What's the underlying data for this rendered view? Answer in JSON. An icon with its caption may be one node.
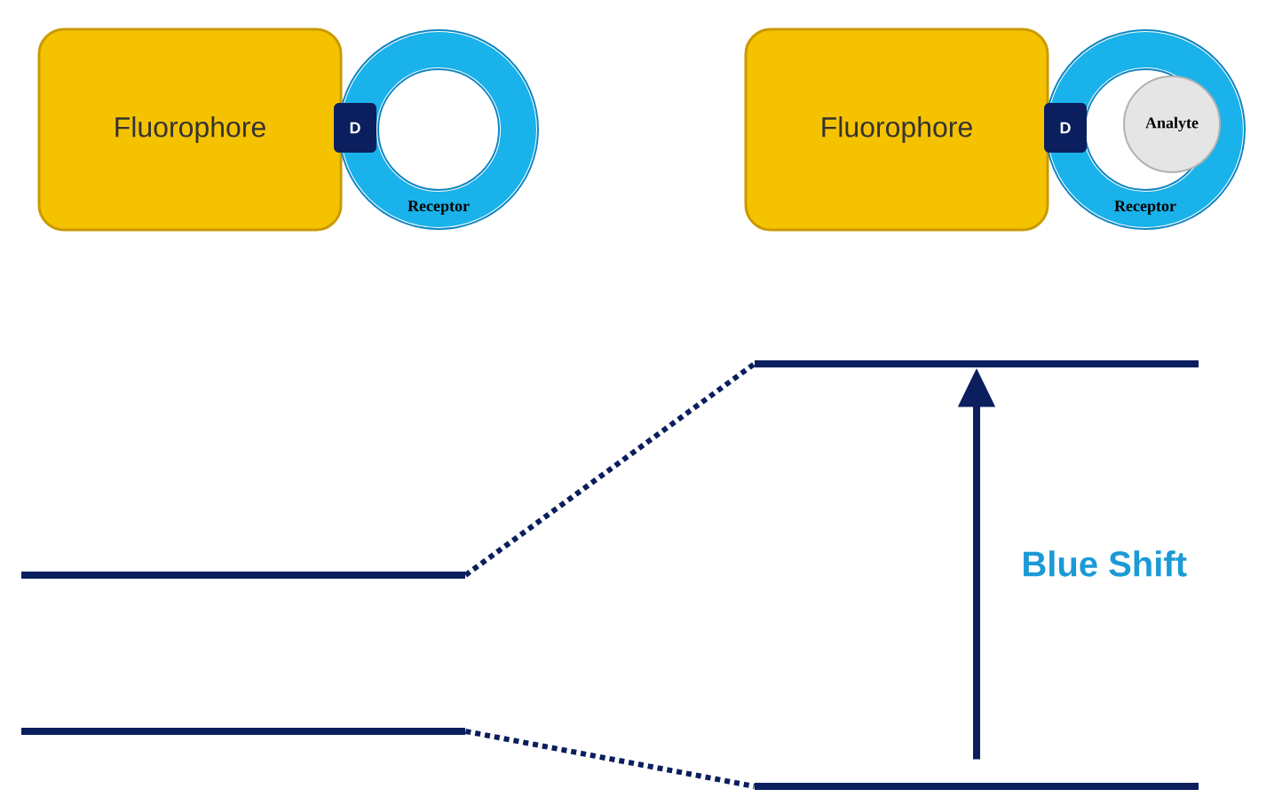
{
  "diagram": {
    "nodes": [
      {
        "text": [
          "Fluorophore"
        ]
      },
      {
        "text": [
          "Receptor"
        ]
      },
      {
        "text": [
          "D"
        ]
      },
      {
        "text": [
          "Fluorophore"
        ]
      },
      {
        "text": [
          "Receptor"
        ]
      },
      {
        "text": [
          "Analyte"
        ],
        "in": 4
      },
      {
        "text": [
          "D"
        ]
      },
      {
        "text": [],
        "shape": "bar"
      },
      {
        "text": [],
        "shape": "bar"
      },
      {
        "text": [],
        "shape": "bar"
      },
      {
        "text": [],
        "shape": "bar"
      }
    ],
    "edges": [
      {
        "from": 7,
        "to": 9,
        "arrow": "none",
        "style": "dashed"
      },
      {
        "from": 8,
        "to": 10,
        "arrow": "none",
        "style": "dashed"
      },
      {
        "from": 10,
        "to": 9,
        "arrow": "to",
        "label": "Blue Shift"
      }
    ]
  }
}
